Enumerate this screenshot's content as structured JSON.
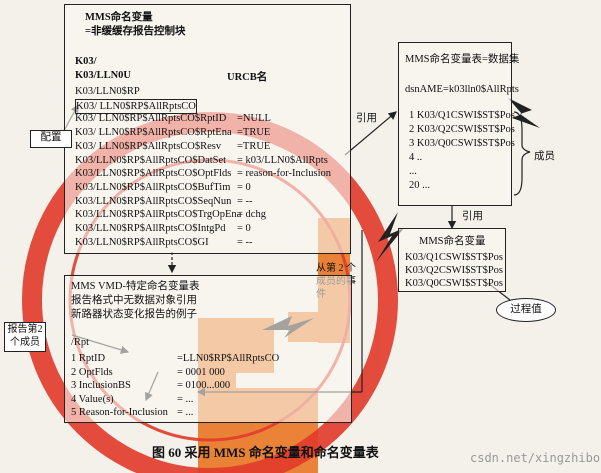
{
  "box_main": {
    "title1": "MMS命名变量",
    "title2": "=非缓缓存报告控制块",
    "heading1": "K03/",
    "heading2": "K03/LLN0U",
    "urcb_label": "URCB名",
    "rows": [
      {
        "name": "K03/LLN0$RP",
        "value": ""
      },
      {
        "name": "K03/ LLN0$RP$AllRptsCO",
        "value": ""
      },
      {
        "name": "K03/ LLN0$RP$AllRptsCO$RptID",
        "value": "=NULL"
      },
      {
        "name": "K03/ LLN0$RP$AllRptsCO$RptEna",
        "value": "=TRUE"
      },
      {
        "name": "K03/ LLN0$RP$AllRptsCO$Resv",
        "value": "=TRUE"
      },
      {
        "name": "K03/LLN0$RP$AllRptsCO$DatSet",
        "value": "= k03/LLN0$AllRpts"
      },
      {
        "name": "K03/LLN0$RP$AllRptsCO$OptFlds",
        "value": "= reason-for-Inclusion"
      },
      {
        "name": "K03/LLN0$RP$AllRptsCO$BufTim",
        "value": "= 0"
      },
      {
        "name": "K03/LLN0$RP$AllRptsCO$SeqNun",
        "value": "= --"
      },
      {
        "name": "K03/LLN0$RP$AllRptsCO$TrgOpEna",
        "value": "= dchg"
      },
      {
        "name": "K03/LLN0$RP$AllRptsCO$IntgPd",
        "value": "= 0"
      },
      {
        "name": "K03/LLN0$RP$AllRptsCO$GI",
        "value": "= --"
      }
    ]
  },
  "config_label": "配置",
  "ref_label_1": "引用",
  "ref_label_2": "引用",
  "box_dataset": {
    "title": "MMS命名变量表=数据集",
    "dsn": "dsnAME=k03lln0$AllRpts",
    "items": [
      "1 K03/Q1CSWI$ST$Pos",
      "2 K03/Q2CSWI$ST$Pos",
      "3 K03/Q0CSWI$ST$Pos",
      "4 ..",
      "...",
      "20 ..."
    ],
    "members_label": "成员"
  },
  "box_vars": {
    "title": "MMS命名变量",
    "items": [
      "K03/Q1CSWI$ST$Pos",
      "K03/Q2CSWI$ST$Pos",
      "K03/Q0CSWI$ST$Pos"
    ]
  },
  "process_value_label": "过程值",
  "event_label": "从第 2 个成员的事件",
  "report_member_label": "报告第2个成员",
  "box_report": {
    "line1": "MMS VMD-特定命名变量表",
    "line2": "报告格式中无数据对象引用",
    "line3": "新路器状态变化报告的例子",
    "rpt": "/Rpt",
    "rows": [
      {
        "name": "1 RptID",
        "value": "=LLN0$RP$AllRptsCO"
      },
      {
        "name": "2 OptFlds",
        "value": "= 0001  000"
      },
      {
        "name": "3 InclusionBS",
        "value": "= 0100...000"
      },
      {
        "name": "4 Value(s)",
        "value": "= ..."
      },
      {
        "name": "5 Reason-for-Inclusion",
        "value": "= ..."
      }
    ]
  },
  "caption": "图 60   采用 MMS 命名变量和命名变量表",
  "credit": "csdn.net/xingzhibo",
  "colors": {
    "watermark": "#e8731e",
    "stamp": "#e23b2a"
  }
}
